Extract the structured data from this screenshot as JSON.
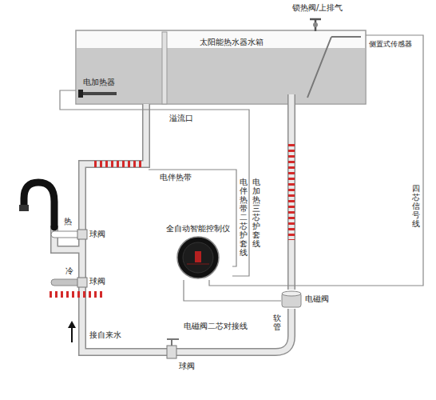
{
  "diagram": {
    "nodes": [
      {
        "text": [
          "太阳能热水器水箱"
        ]
      },
      {
        "text": [
          "全自动智能控制仪"
        ]
      },
      {
        "text": [
          "电磁阀"
        ]
      }
    ],
    "edges": [
      {
        "from": 0,
        "to": 1,
        "arrow": "none"
      },
      {
        "from": 0,
        "to": 1,
        "arrow": "none"
      },
      {
        "from": 1,
        "to": 2,
        "arrow": "none"
      }
    ],
    "labels": [
      "锁热阀/上排气",
      "侧置式传感器",
      "电加热器",
      "溢流口",
      "电伴热带",
      "电伴热带二芯护套线",
      "电加热三芯护套线",
      "四芯信号线",
      "热",
      "球阀",
      "冷",
      "球阀",
      "软管",
      "接自来水",
      "电磁阀二芯对接线",
      "球阀"
    ]
  }
}
